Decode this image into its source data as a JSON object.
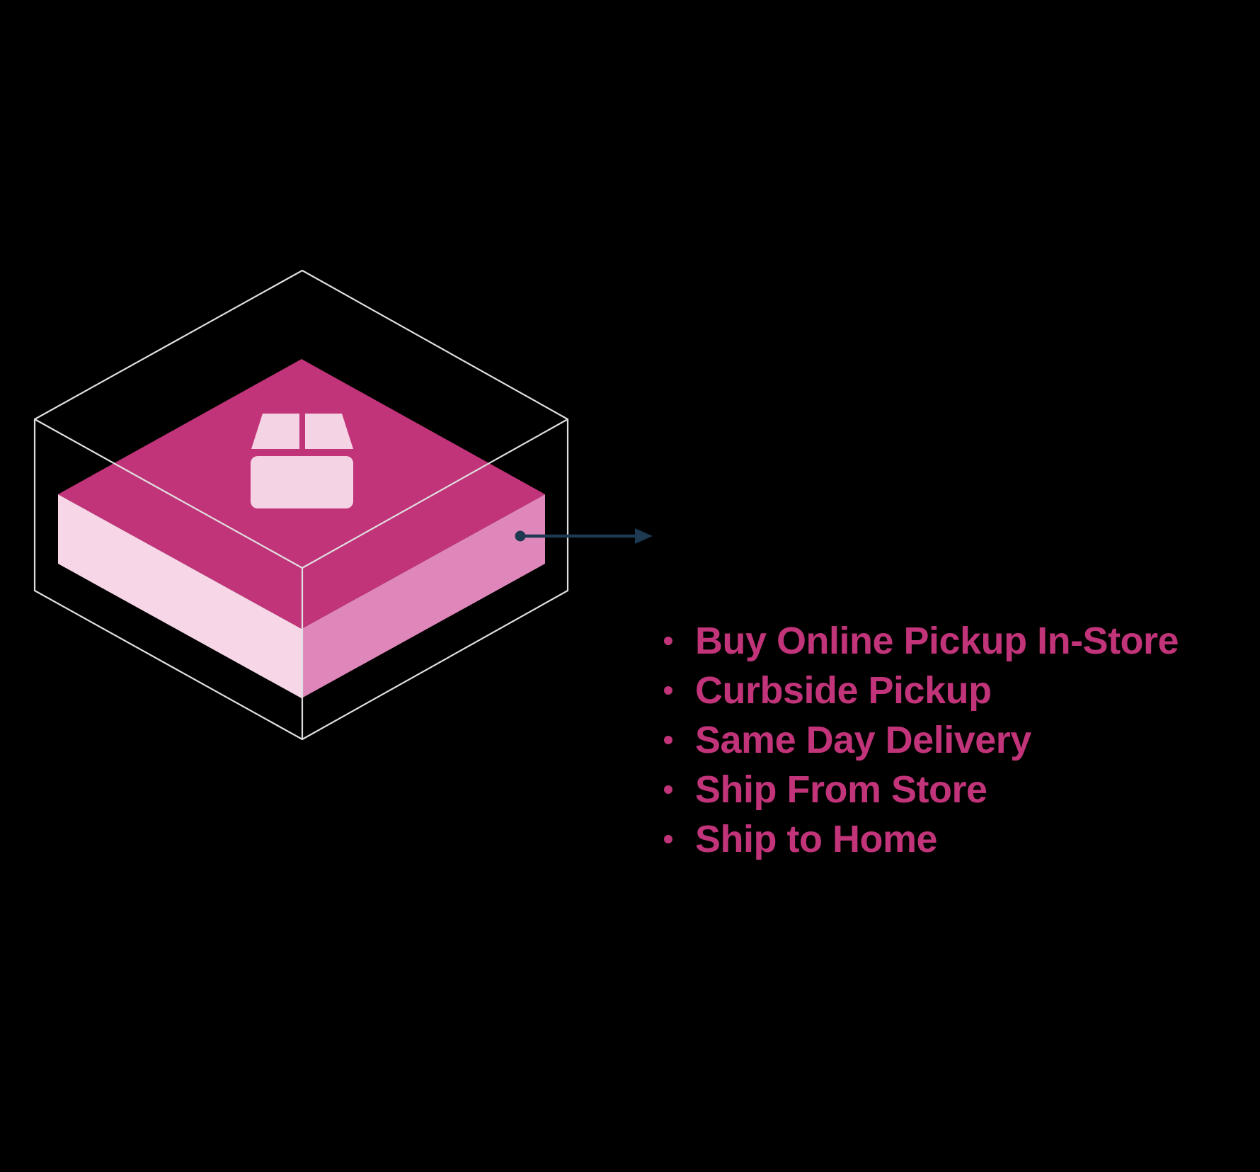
{
  "canvas": {
    "background": "#000000"
  },
  "diagram": {
    "name": "isometric-fulfillment-layer",
    "wireframe_color": "#dfdfdf",
    "layer": {
      "top_color": "#c2347a",
      "left_color": "#f6d6e7",
      "right_color": "#df87ba"
    },
    "icon": {
      "name": "package-box-icon",
      "color": "#f3d3e4"
    },
    "arrow_color": "#1e3a52"
  },
  "callout": {
    "text_color": "#c2347a",
    "items": [
      "Buy Online Pickup In-Store",
      "Curbside Pickup",
      "Same Day Delivery",
      "Ship From Store",
      "Ship to Home"
    ]
  }
}
